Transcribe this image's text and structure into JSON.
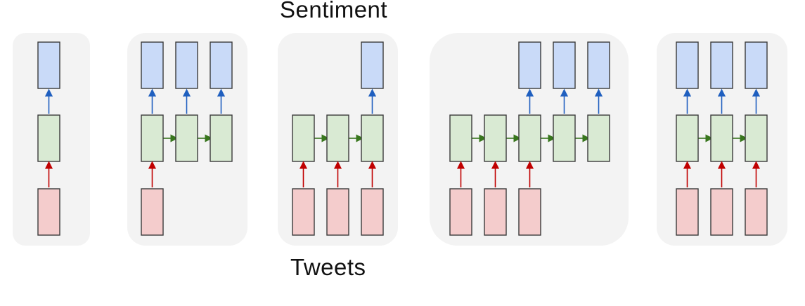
{
  "labels": {
    "top": "Sentiment",
    "bottom": "Tweets"
  },
  "colors": {
    "panel_bg": "#f3f3f3",
    "output_fill": "#c9daf8",
    "hidden_fill": "#d9ead3",
    "input_fill": "#f4cccc",
    "box_stroke": "#3a3a3a",
    "arrow_input": "#c00000",
    "arrow_output": "#1f5fbf",
    "arrow_recurrent": "#38761d"
  },
  "panels": [
    {
      "name": "one-to-one",
      "inputs": [
        1
      ],
      "hiddens": 1,
      "outputs": [
        1
      ]
    },
    {
      "name": "one-to-many",
      "inputs": [
        1
      ],
      "hiddens": 3,
      "outputs": [
        1,
        2,
        3
      ]
    },
    {
      "name": "many-to-one",
      "inputs": [
        1,
        2,
        3
      ],
      "hiddens": 3,
      "outputs": [
        3
      ]
    },
    {
      "name": "many-to-many-delayed",
      "inputs": [
        1,
        2,
        3
      ],
      "hiddens": 5,
      "outputs": [
        3,
        4,
        5
      ]
    },
    {
      "name": "many-to-many-synced",
      "inputs": [
        1,
        2,
        3
      ],
      "hiddens": 3,
      "outputs": [
        1,
        2,
        3
      ]
    }
  ]
}
